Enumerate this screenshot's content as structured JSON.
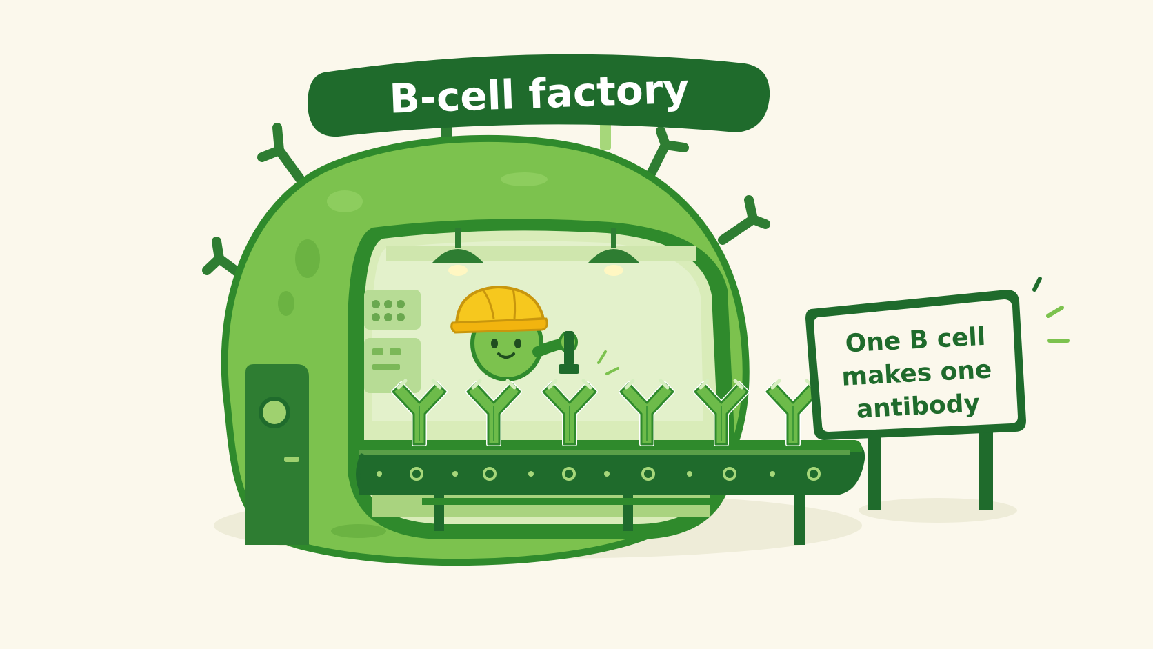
{
  "banner": {
    "title": "B-cell factory"
  },
  "sign": {
    "lines": [
      "One B cell",
      "makes one",
      "antibody"
    ]
  },
  "colors": {
    "background": "#fbf8ec",
    "cell_body": "#7cc24e",
    "cell_outline": "#2f8a2c",
    "dark_green": "#1f6b2c",
    "interior": "#d9ecb9",
    "hard_hat": "#f6c81e",
    "antibody": "#6dbb4a"
  },
  "icons": {
    "worker": "worker-cell-with-hard-hat-icon",
    "antibody": "y-shaped-antibody-icon",
    "lamp": "ceiling-lamp-icon",
    "conveyor": "conveyor-belt-icon",
    "door": "factory-door-icon",
    "receptor": "surface-receptor-icon",
    "sparkle": "sparkle-lines-icon"
  },
  "antibody_count": 6
}
